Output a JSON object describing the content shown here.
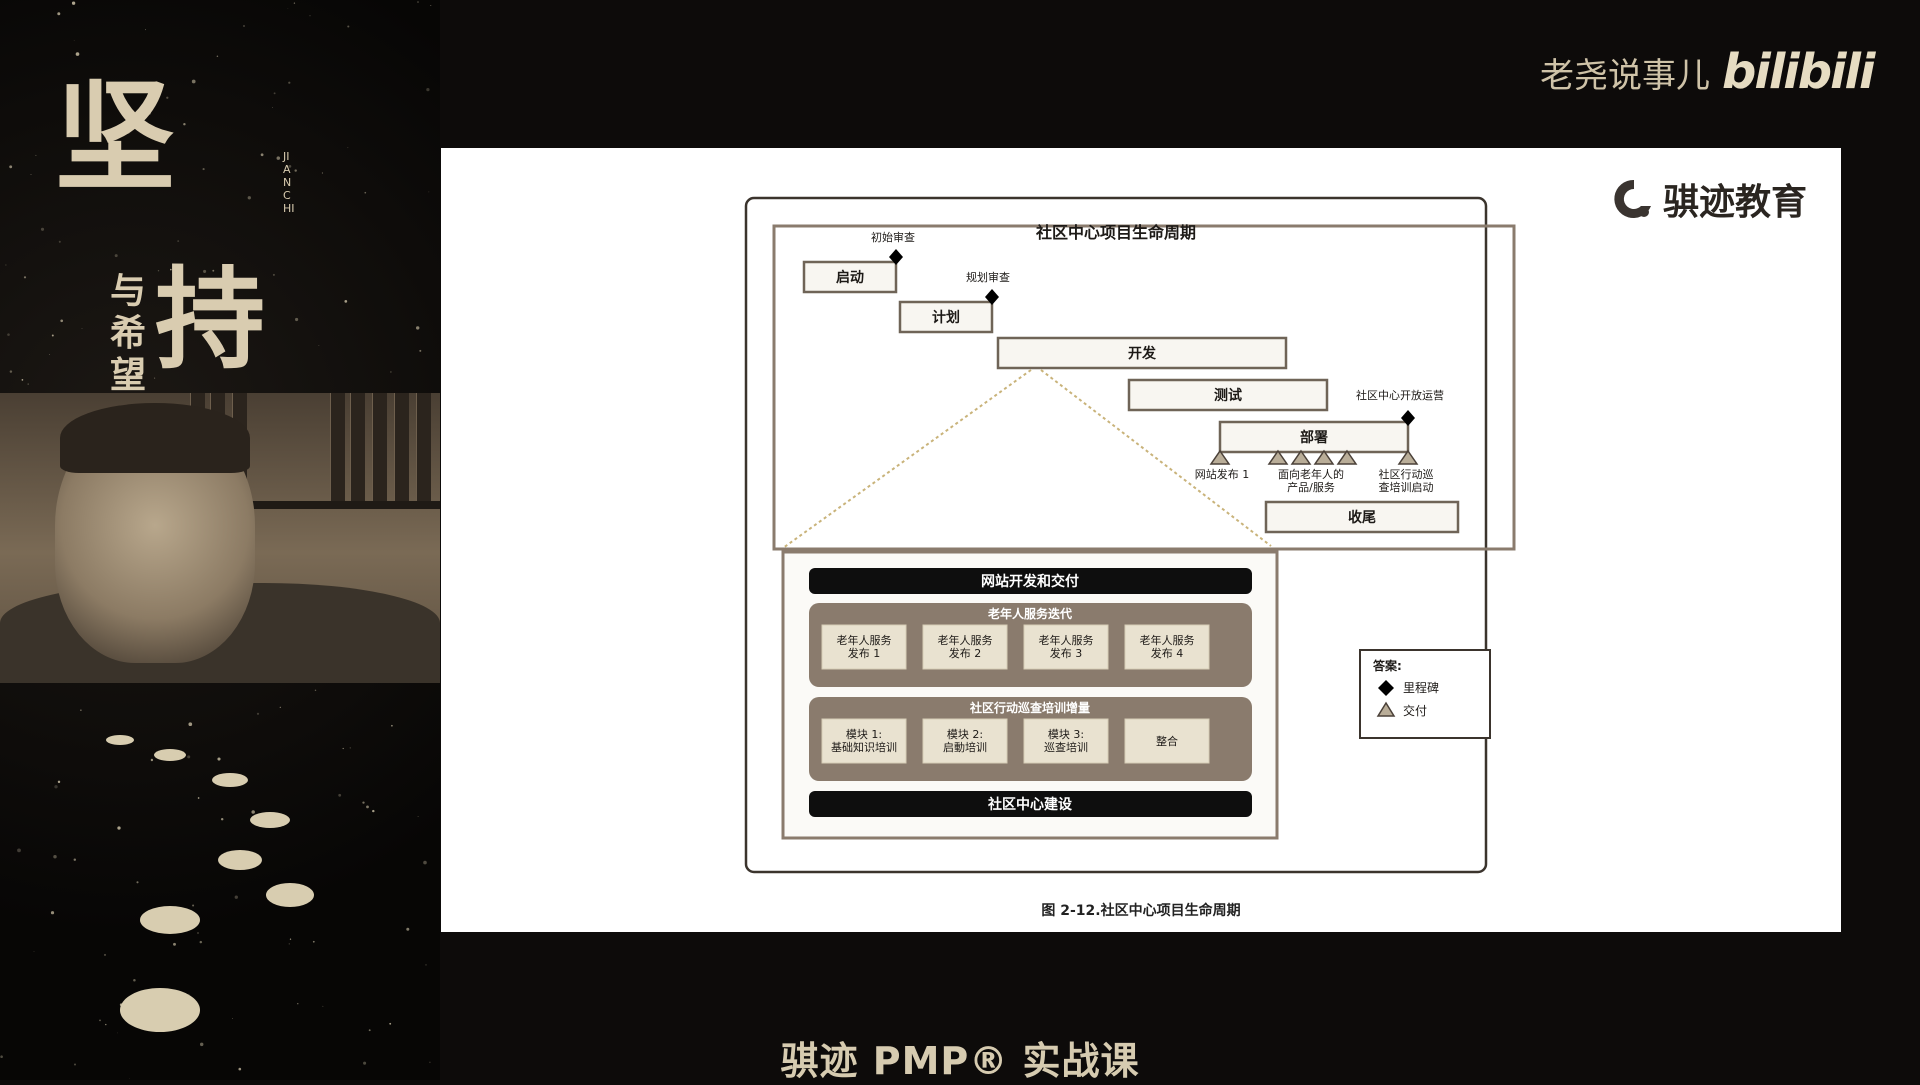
{
  "calligraphy": {
    "main1": "坚",
    "main2": "持",
    "sub": "与希望",
    "pinyin": "JIANCHI"
  },
  "header": {
    "author": "老尧说事儿",
    "platform": "bilibili"
  },
  "slide": {
    "company": "骐迹教育",
    "diagram": {
      "title": "社区中心项目生命周期",
      "phases": [
        "启动",
        "计划",
        "开发",
        "测试",
        "部署",
        "收尾"
      ],
      "milestones": [
        "初始审查",
        "规划审查",
        "社区中心开放运营"
      ],
      "deliverables": [
        "网站发布 1",
        "面向老年人的\n产品/服务",
        "社区行动巡\n查培训启动"
      ],
      "dev_detail": {
        "top_bar": "网站开发和交付",
        "group1": {
          "title": "老年人服务迭代",
          "items": [
            "老年人服务\n发布 1",
            "老年人服务\n发布 2",
            "老年人服务\n发布 3",
            "老年人服务\n发布 4"
          ]
        },
        "group2": {
          "title": "社区行动巡查培训增量",
          "items": [
            "模块 1:\n基础知识培训",
            "模块 2:\n启動培训",
            "模块 3:\n巡查培训",
            "整合"
          ]
        },
        "bottom_bar": "社区中心建设"
      },
      "legend": {
        "title": "答案:",
        "items": [
          "里程碑",
          "交付"
        ]
      }
    },
    "caption": "图 2-12.社区中心项目生命周期"
  },
  "footer": {
    "course_title": "骐迹 PMP® 实战课"
  },
  "colors": {
    "background": "#0d0b0a",
    "slide": "#ffffff",
    "box_fill": "#8a7b6d",
    "inner_box": "#e9e2d0",
    "bar": "#0e0e0e",
    "accent_text": "#d6cbb0"
  }
}
